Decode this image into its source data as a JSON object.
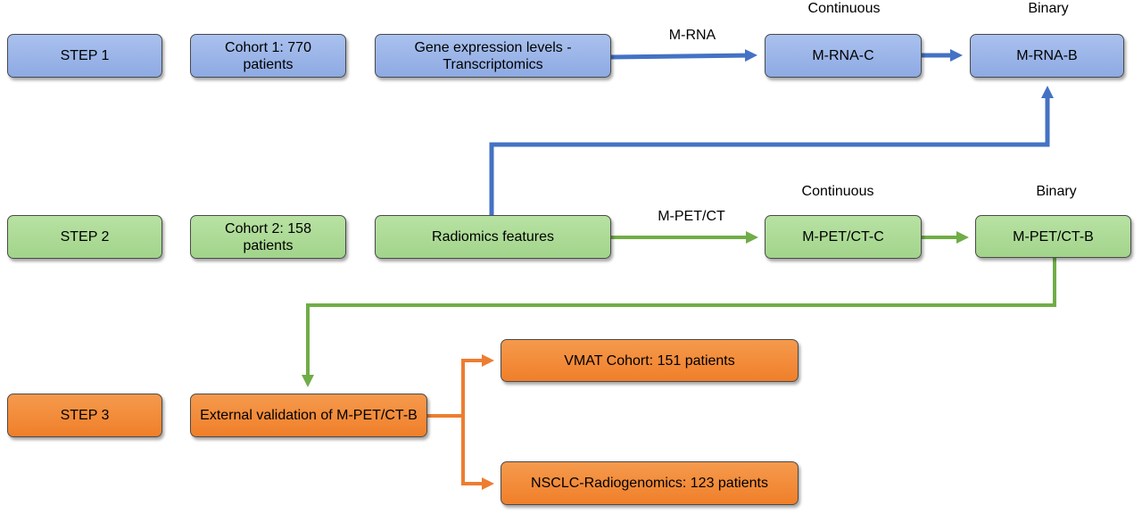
{
  "colors": {
    "blue": "#4472c4",
    "green": "#70ad47",
    "orange": "#ed7d31"
  },
  "steps": [
    "STEP 1",
    "STEP 2",
    "STEP 3"
  ],
  "cohorts": [
    "Cohort 1: 770 patients",
    "Cohort 2: 158 patients"
  ],
  "step1": {
    "source": "Gene expression levels - Transcriptomics",
    "edge_label": "M-RNA",
    "continuous_label": "Continuous",
    "binary_label": "Binary",
    "continuous_model": "M-RNA-C",
    "binary_model": "M-RNA-B"
  },
  "step2": {
    "source": "Radiomics features",
    "edge_label": "M-PET/CT",
    "continuous_label": "Continuous",
    "binary_label": "Binary",
    "continuous_model": "M-PET/CT-C",
    "binary_model": "M-PET/CT-B"
  },
  "step3": {
    "validation": "External validation of M-PET/CT-B",
    "cohort_a": "VMAT Cohort: 151 patients",
    "cohort_b": "NSCLC-Radiogenomics: 123 patients"
  }
}
